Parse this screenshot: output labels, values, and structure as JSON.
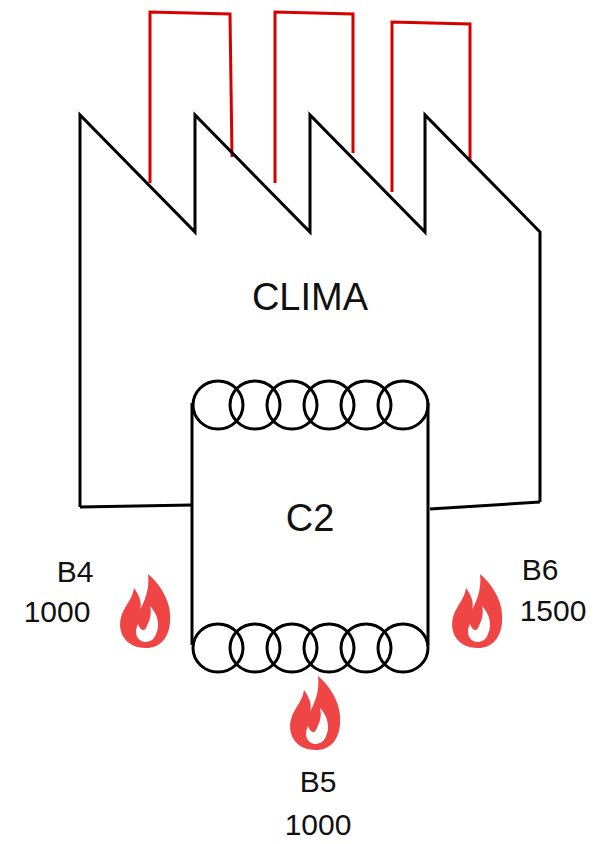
{
  "diagram": {
    "nodes": [
      {
        "text": [
          "CLIMA"
        ]
      },
      {
        "text": [
          "C2"
        ],
        "in": 0
      }
    ],
    "labels": [
      "B4",
      "1000",
      "B5",
      "1000",
      "B6",
      "1500"
    ]
  }
}
